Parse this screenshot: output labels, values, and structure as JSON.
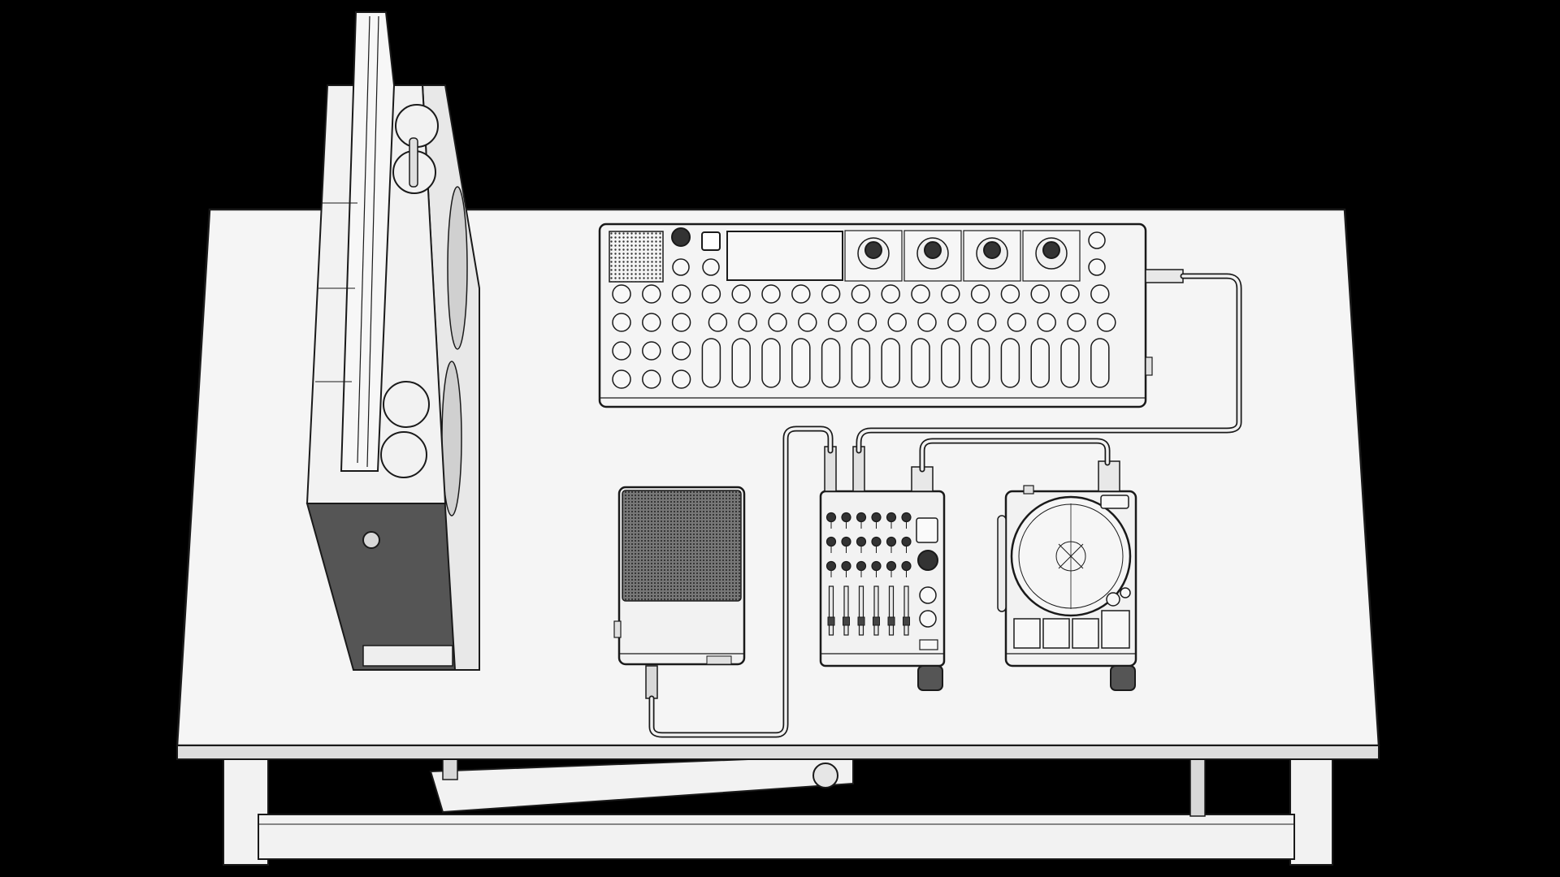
{
  "scene": {
    "background": "#000000",
    "line_color": "#1a1a1a",
    "surface_color": "#f2f2f2",
    "shade_color": "#bdbdbd",
    "dark_shade_color": "#555555",
    "objects": [
      "speaker-cabinet",
      "sequencer-synth",
      "sampler-device",
      "mini-mixer",
      "field-recorder-turntable",
      "folding-table-stand",
      "patch-cables"
    ],
    "sequencer": {
      "knob_count": 5,
      "key_rows": 4,
      "keys_per_row": 17
    },
    "mixer": {
      "knob_columns": 6,
      "knob_rows": 3,
      "fader_count": 6
    }
  }
}
